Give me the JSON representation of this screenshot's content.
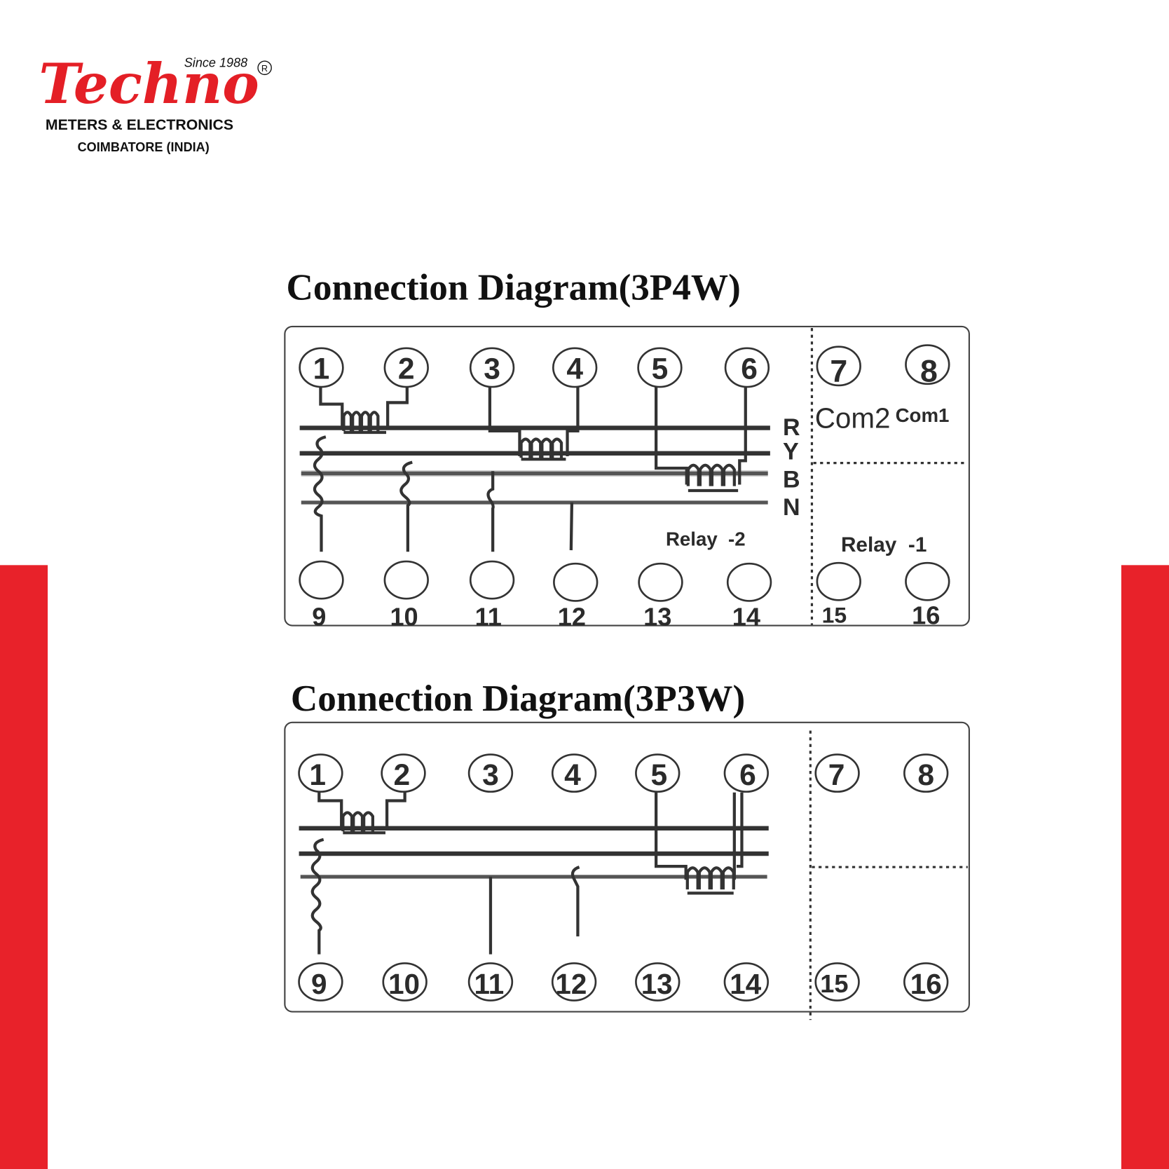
{
  "brand": {
    "name": "Techno",
    "since": "Since 1988",
    "registered": "R",
    "line1": "METERS & ELECTRONICS",
    "line2": "COIMBATORE (INDIA)",
    "color": "#e41f26"
  },
  "accent_color": "#e8222a",
  "diagram_3p4w": {
    "title": "Connection Diagram(3P4W)",
    "top_terminals": [
      "1",
      "2",
      "3",
      "4",
      "5",
      "6",
      "7",
      "8"
    ],
    "bottom_terminals": [
      "9",
      "10",
      "11",
      "12",
      "13",
      "14",
      "15",
      "16"
    ],
    "phase_labels": [
      "R",
      "Y",
      "B",
      "N"
    ],
    "com2": "Com2",
    "com1": "Com1",
    "relay2": "Relay  -2",
    "relay1": "Relay  -1"
  },
  "diagram_3p3w": {
    "title": "Connection Diagram(3P3W)",
    "top_terminals": [
      "1",
      "2",
      "3",
      "4",
      "5",
      "6",
      "7",
      "8"
    ],
    "bottom_terminals": [
      "9",
      "10",
      "11",
      "12",
      "13",
      "14",
      "15",
      "16"
    ]
  }
}
